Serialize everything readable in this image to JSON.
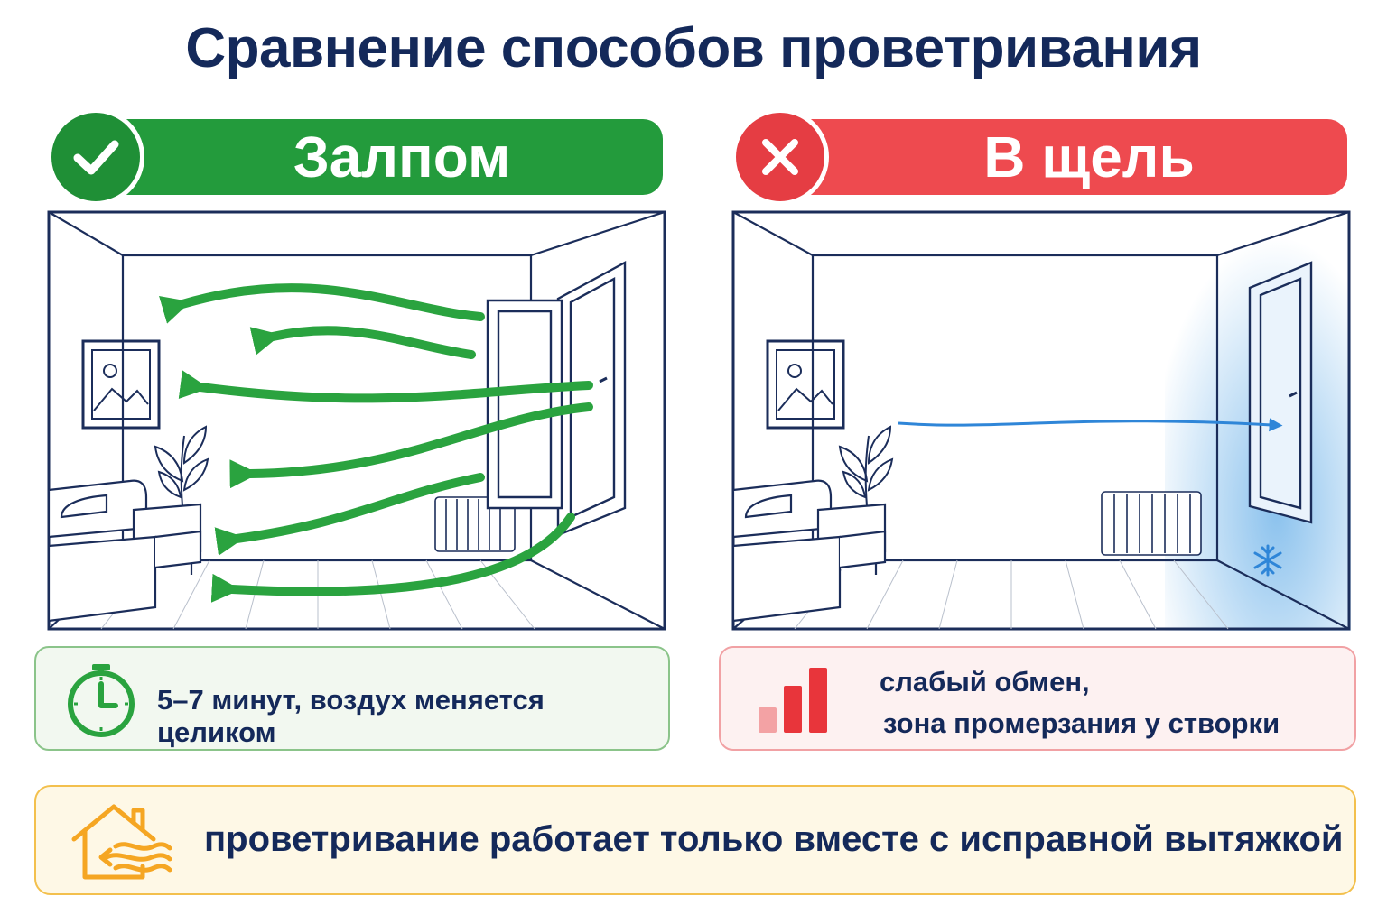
{
  "title": "Сравнение способов проветривания",
  "methods": {
    "good": {
      "label": "Залпом",
      "status_icon": "check-icon",
      "color": "#239b3c",
      "info_icon": "stopwatch-icon",
      "info": "5–7 минут, воздух меняется целиком"
    },
    "bad": {
      "label": "В щель",
      "status_icon": "cross-icon",
      "color": "#ee4a4f",
      "info_icon": "signal-bars-icon",
      "info_line1": "слабый обмен,",
      "info_line2": "зона промерзания у створки"
    }
  },
  "footer": {
    "icon": "house-airflow-icon",
    "text": "проветривание работает только вместе с исправной вытяжкой",
    "accent_color": "#f5a623"
  },
  "colors": {
    "title": "#14295a",
    "green_arrow": "#2aa33f",
    "blue_draft": "#2f86d8",
    "frost": "#5aa8e6"
  }
}
